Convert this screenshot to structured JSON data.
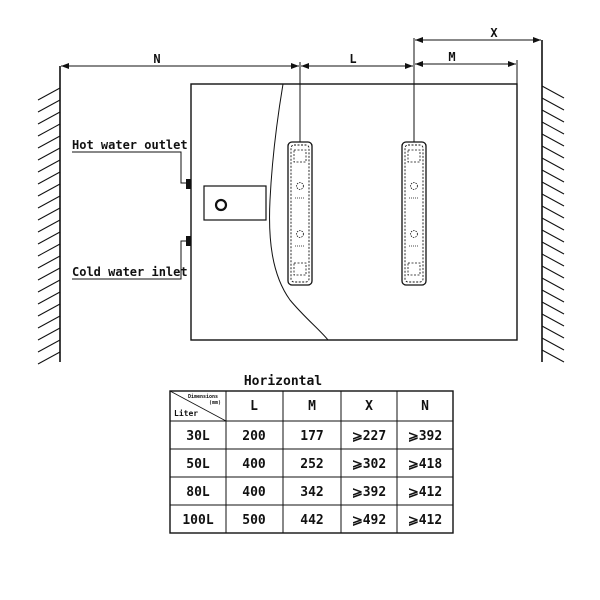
{
  "labels": {
    "hot_water_outlet": "Hot water outlet",
    "cold_water_inlet": "Cold water inlet"
  },
  "dimensions": {
    "n": "N",
    "l": "L",
    "m": "M",
    "x": "X"
  },
  "table": {
    "title": "Horizontal",
    "corner_top": "Dimensions",
    "corner_unit": "(mm)",
    "corner_bottom": "Liter",
    "columns": [
      "L",
      "M",
      "X",
      "N"
    ],
    "rows": [
      {
        "liter": "30L",
        "cells": [
          "200",
          "177",
          "⩾227",
          "⩾392"
        ]
      },
      {
        "liter": "50L",
        "cells": [
          "400",
          "252",
          "⩾302",
          "⩾418"
        ]
      },
      {
        "liter": "80L",
        "cells": [
          "400",
          "342",
          "⩾392",
          "⩾412"
        ]
      },
      {
        "liter": "100L",
        "cells": [
          "500",
          "442",
          "⩾492",
          "⩾412"
        ]
      }
    ]
  }
}
